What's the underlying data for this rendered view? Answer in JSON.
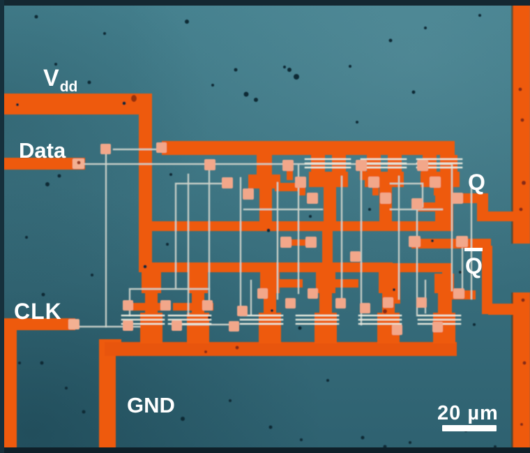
{
  "micrograph": {
    "signal_labels": {
      "vdd_main": "V",
      "vdd_sub": "dd",
      "data": "Data",
      "clk": "CLK",
      "gnd": "GND",
      "q": "Q",
      "qbar": "Q"
    },
    "scale_bar": {
      "label": "20 µm"
    },
    "colors": {
      "substrate_teal": "#3b7280",
      "metal_orange": "#ee5a11",
      "pad_salmon": "#f2a78a",
      "wire_silver": "#ccd3cb",
      "label_white": "#ffffff",
      "speckle_dark": "#0e2a36"
    }
  }
}
